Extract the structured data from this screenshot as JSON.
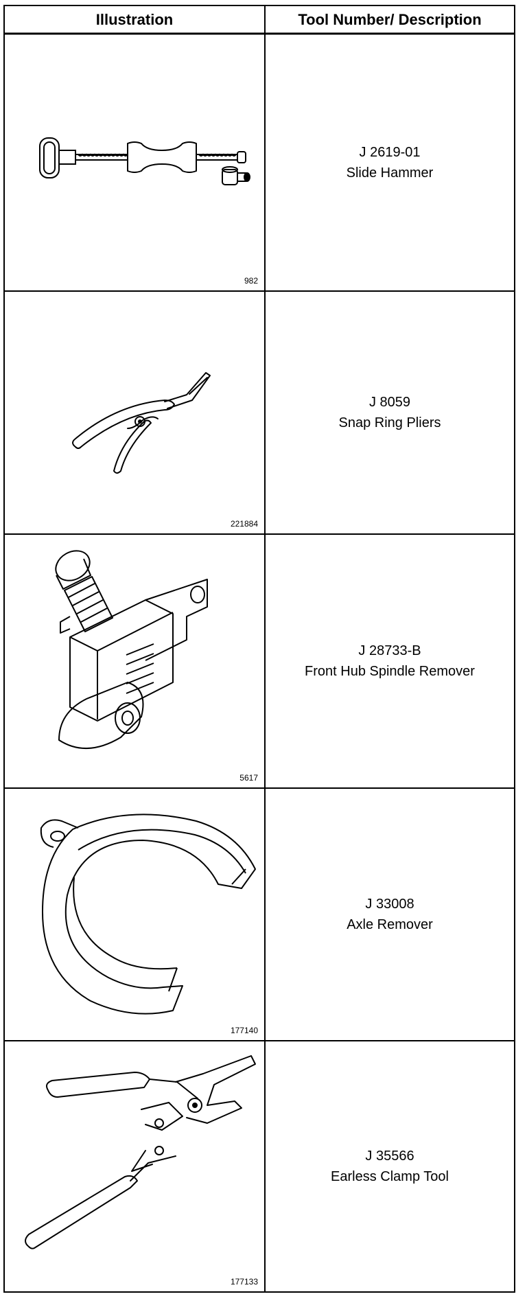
{
  "table": {
    "headers": {
      "illustration": "Illustration",
      "description": "Tool Number/ Description"
    },
    "rows": [
      {
        "tool_number": "J 2619-01",
        "description": "Slide Hammer",
        "figure_number": "982",
        "icon": "slide-hammer-icon"
      },
      {
        "tool_number": "J 8059",
        "description": "Snap Ring Pliers",
        "figure_number": "221884",
        "icon": "snap-ring-pliers-icon"
      },
      {
        "tool_number": "J 28733-B",
        "description": "Front Hub Spindle Remover",
        "figure_number": "5617",
        "icon": "spindle-remover-icon"
      },
      {
        "tool_number": "J 33008",
        "description": "Axle Remover",
        "figure_number": "177140",
        "icon": "axle-remover-icon"
      },
      {
        "tool_number": "J 35566",
        "description": "Earless Clamp Tool",
        "figure_number": "177133",
        "icon": "earless-clamp-tool-icon"
      }
    ]
  }
}
